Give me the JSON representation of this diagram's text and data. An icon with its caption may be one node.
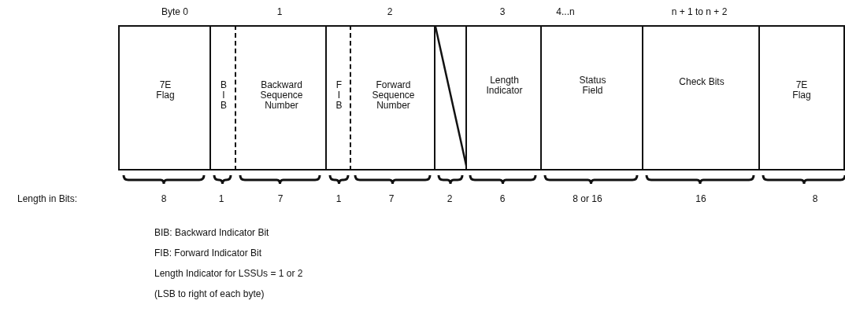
{
  "diagram": {
    "nodes": [
      {
        "text": [
          "7E Flag"
        ]
      },
      {
        "text": [
          "B I B"
        ]
      },
      {
        "text": [
          "Backward Sequence Number"
        ]
      },
      {
        "text": [
          "F I B"
        ]
      },
      {
        "text": [
          "Forward Sequence Number"
        ]
      },
      {
        "text": [],
        "shape": "box"
      },
      {
        "text": [
          "Length Indicator"
        ]
      },
      {
        "text": [
          "Status Field"
        ]
      },
      {
        "text": [
          "Check Bits"
        ]
      },
      {
        "text": [
          "7E Flag"
        ]
      }
    ],
    "edges": [],
    "labels": [
      "Byte 0",
      "1",
      "2",
      "3",
      "4...n",
      "n + 1 to n + 2",
      "Length in Bits:",
      "8",
      "1",
      "7",
      "1",
      "7",
      "2",
      "6",
      "8 or 16",
      "16",
      "8",
      "BIB: Backward Indicator Bit",
      "FIB: Forward Indicator Bit",
      "Length Indicator for LSSUs = 1 or 2",
      "(LSB to right of each byte)"
    ]
  }
}
